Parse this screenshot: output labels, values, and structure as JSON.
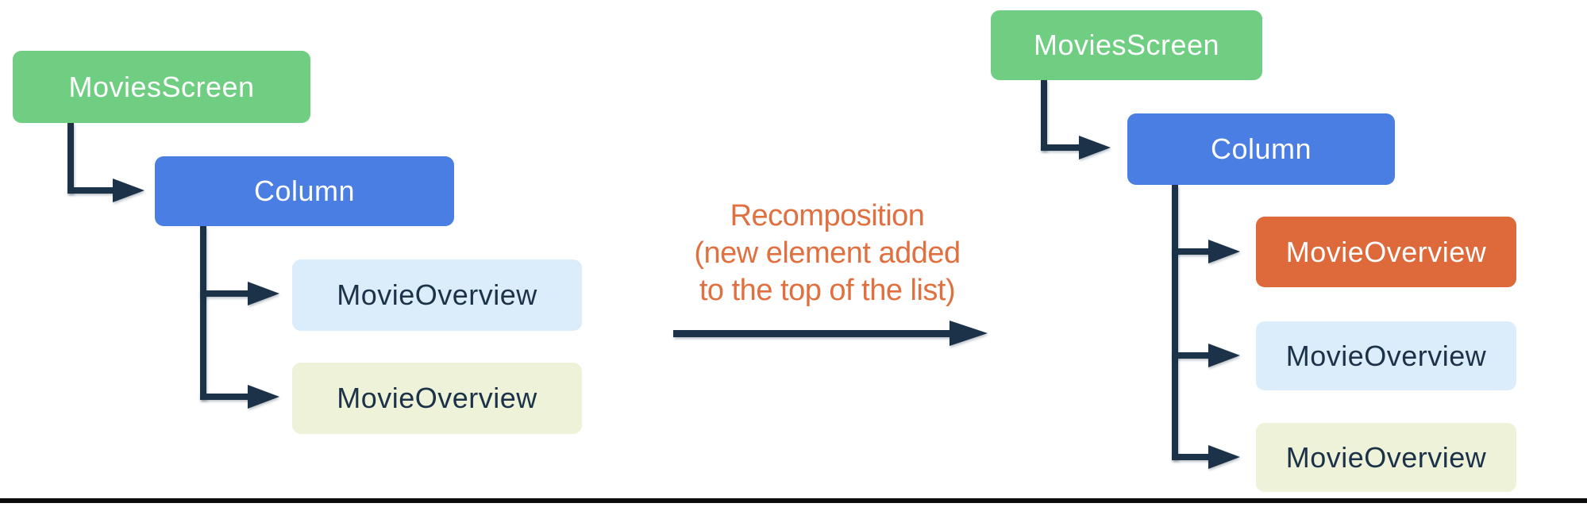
{
  "left_tree": {
    "nodes": [
      {
        "label": "MoviesScreen",
        "fill": "#6FCE81",
        "text": "#FFFFFF"
      },
      {
        "label": "Column",
        "fill": "#4A7EE3",
        "text": "#FFFFFF"
      },
      {
        "label": "MovieOverview",
        "fill": "#DBEDFB",
        "text": "#1B3248"
      },
      {
        "label": "MovieOverview",
        "fill": "#EDF2D8",
        "text": "#1B3248"
      }
    ]
  },
  "annotation": {
    "lines": [
      "Recomposition",
      "(new element added",
      "to the top of the list)"
    ],
    "color": "#E0703F"
  },
  "right_tree": {
    "nodes": [
      {
        "label": "MoviesScreen",
        "fill": "#6FCE81",
        "text": "#FFFFFF"
      },
      {
        "label": "Column",
        "fill": "#4A7EE3",
        "text": "#FFFFFF"
      },
      {
        "label": "MovieOverview",
        "fill": "#DE6A3C",
        "text": "#FFFFFF"
      },
      {
        "label": "MovieOverview",
        "fill": "#DBEDFB",
        "text": "#1B3248"
      },
      {
        "label": "MovieOverview",
        "fill": "#EDF2D8",
        "text": "#1B3248"
      }
    ]
  },
  "colors": {
    "connector": "#1B3248",
    "bottom_bar": "#0B0B0B",
    "background": "#FFFFFF"
  }
}
